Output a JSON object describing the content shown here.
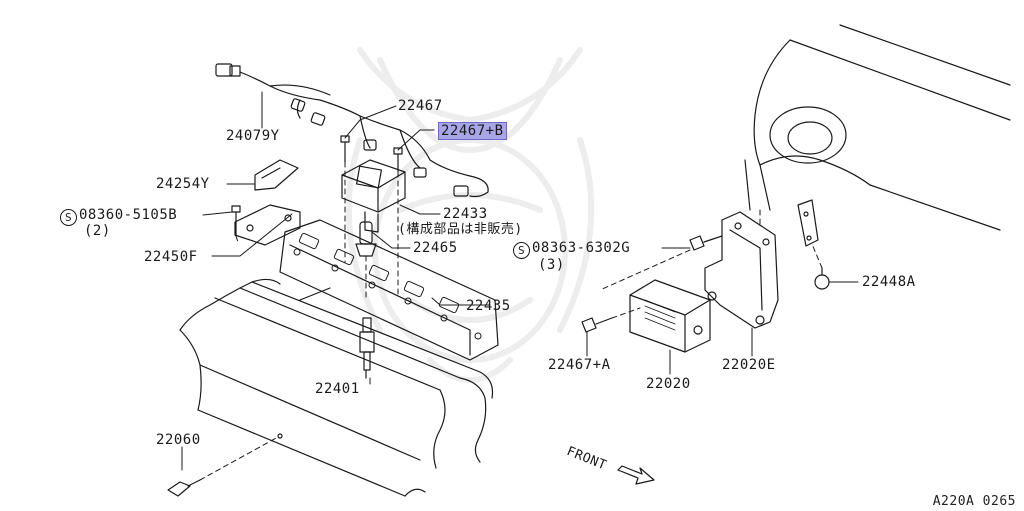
{
  "diagram": {
    "labels": {
      "p24079Y": "24079Y",
      "p22467": "22467",
      "p22467B": "22467+B",
      "p24254Y": "24254Y",
      "s08360": "08360-5105B",
      "s08360_qty": "(2)",
      "p22450F": "22450F",
      "p22433": "22433",
      "p22433_note": "(構成部品は非販売)",
      "p22465": "22465",
      "s08363": "08363-6302G",
      "s08363_qty": "(3)",
      "p22448A": "22448A",
      "p22435": "22435",
      "p22467A": "22467+A",
      "p22020": "22020",
      "p22020E": "22020E",
      "p22401": "22401",
      "p22060": "22060",
      "front": "FRONT"
    },
    "symbol_s": "S",
    "highlighted_part": "22467+B",
    "highlight_color": "#a9a6e6",
    "reference_code": "A220A 0265"
  }
}
